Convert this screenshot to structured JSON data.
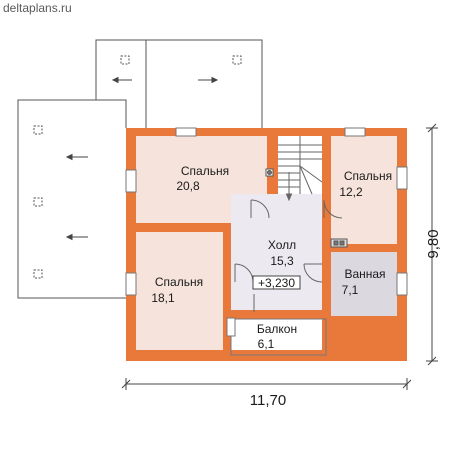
{
  "watermark": "deltaplans.ru",
  "rooms": {
    "bedroom_1": {
      "name": "Спальня",
      "area": "20,8"
    },
    "bedroom_2": {
      "name": "Спальня",
      "area": "12,2"
    },
    "bedroom_3": {
      "name": "Спальня",
      "area": "18,1"
    },
    "hall": {
      "name": "Холл",
      "area": "15,3"
    },
    "bathroom": {
      "name": "Ванная",
      "area": "7,1"
    },
    "balcony": {
      "name": "Балкон",
      "area": "6,1"
    }
  },
  "level_mark": "+3,230",
  "dimensions": {
    "width": "11,70",
    "height": "9,80"
  },
  "colors": {
    "wall": "#e8793a",
    "room": "#f6e4dc",
    "bath": "#dcd8e0",
    "hall": "#eceaf0"
  }
}
